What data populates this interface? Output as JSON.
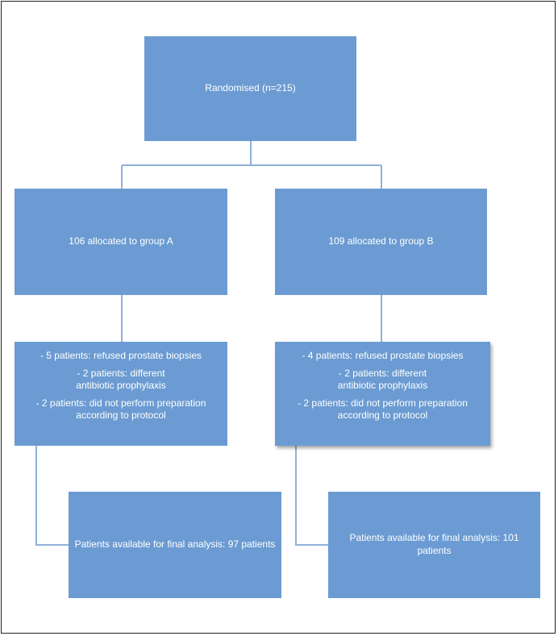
{
  "flowchart": {
    "randomised": "Randomised (n=215)",
    "group_a": {
      "allocated": "106 allocated to group A",
      "exclusions": [
        "- 5 patients: refused prostate biopsies",
        "- 2 patients: different antibiotic prophylaxis",
        "- 2 patients: did not perform preparation according to protocol"
      ],
      "final": "Patients available for final analysis: 97 patients"
    },
    "group_b": {
      "allocated": "109 allocated to group B",
      "exclusions": [
        "- 4 patients: refused prostate biopsies",
        "- 2 patients: different antibiotic prophylaxis",
        "- 2 patients: did not perform preparation according to protocol"
      ],
      "final": "Patients available for final analysis: 101 patients"
    },
    "colors": {
      "box_fill": "#6b9bd2",
      "connector": "#8fb1db",
      "text": "#ffffff"
    }
  }
}
